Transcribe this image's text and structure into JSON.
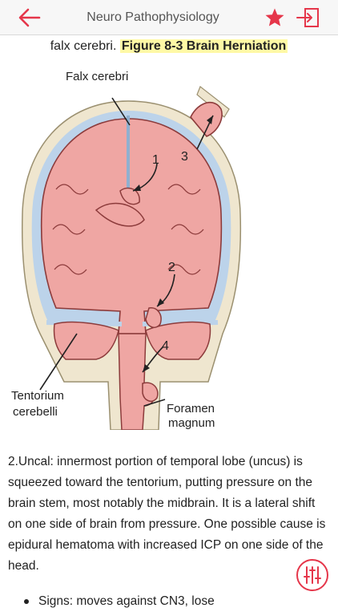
{
  "nav": {
    "title": "Neuro Pathophysiology",
    "back_icon": "back-arrow-icon",
    "favorite_icon": "star-icon",
    "exit_icon": "exit-icon",
    "accent_color": "#e5364a"
  },
  "caption": {
    "lead": "falx cerebri.",
    "figure_title": "Figure 8-3 Brain Herniation"
  },
  "figure": {
    "label_falx": "Falx cerebri",
    "label_tentorium_1": "Tentorium",
    "label_tentorium_2": "cerebelli",
    "label_foramen_1": "Foramen",
    "label_foramen_2": "magnum",
    "num_1": "1",
    "num_2": "2",
    "num_3": "3",
    "num_4": "4"
  },
  "content": {
    "paragraph": "2.Uncal: innermost portion of temporal lobe (uncus) is squeezed toward the tentorium, putting pressure on the brain stem, most notably the midbrain. It is a lateral shift on one side of brain from pressure. One possible cause is epidural hematoma with increased ICP on one side of the head.",
    "bullet_partial": "Signs: moves against CN3, lose"
  },
  "fab": {
    "icon": "sliders-icon"
  }
}
